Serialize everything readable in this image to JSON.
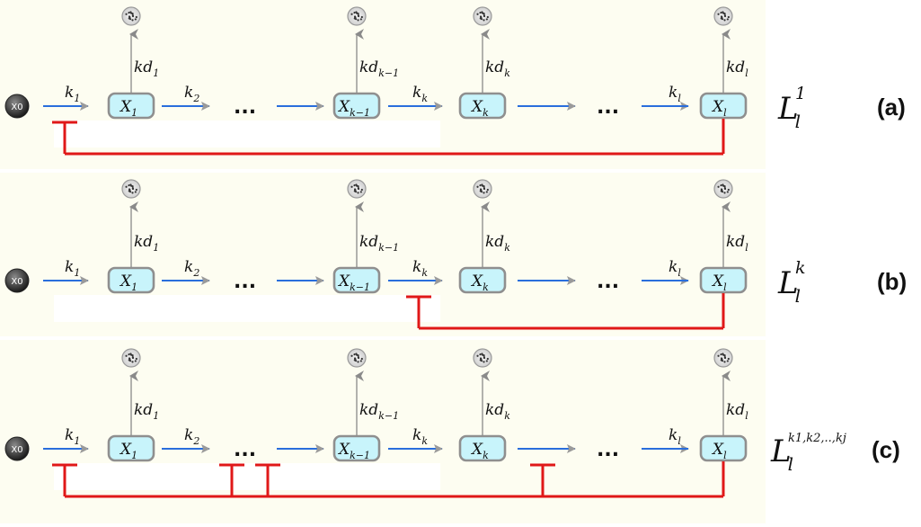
{
  "source_node": "X0",
  "ellipsis": "...",
  "nodes": [
    {
      "base": "X",
      "sub": "1"
    },
    {
      "base": "X",
      "sub": "k−1"
    },
    {
      "base": "X",
      "sub": "k"
    },
    {
      "base": "X",
      "sub": "l"
    }
  ],
  "edges": [
    {
      "base": "k",
      "sub": "1"
    },
    {
      "base": "k",
      "sub": "2"
    },
    {
      "base": "k",
      "sub": "k"
    },
    {
      "base": "k",
      "sub": "l"
    }
  ],
  "degradation": [
    {
      "base": "kd",
      "sub": "1"
    },
    {
      "base": "kd",
      "sub": "k−1"
    },
    {
      "base": "kd",
      "sub": "k"
    },
    {
      "base": "kd",
      "sub": "l"
    }
  ],
  "panels": [
    {
      "letter": "(a)",
      "formula": {
        "base": "L",
        "sub": "l",
        "sup": "1"
      }
    },
    {
      "letter": "(b)",
      "formula": {
        "base": "L",
        "sub": "l",
        "sup": "k"
      }
    },
    {
      "letter": "(c)",
      "formula": {
        "base": "L",
        "sub": "l",
        "sup": "k1,k2,..,kj"
      }
    }
  ],
  "colors": {
    "forward_edge": "#2a6edc",
    "feedback": "#e01818",
    "node_fill": "#c8f4fb",
    "node_border": "#8f8f8f",
    "degradation_arrow": "#808080"
  }
}
